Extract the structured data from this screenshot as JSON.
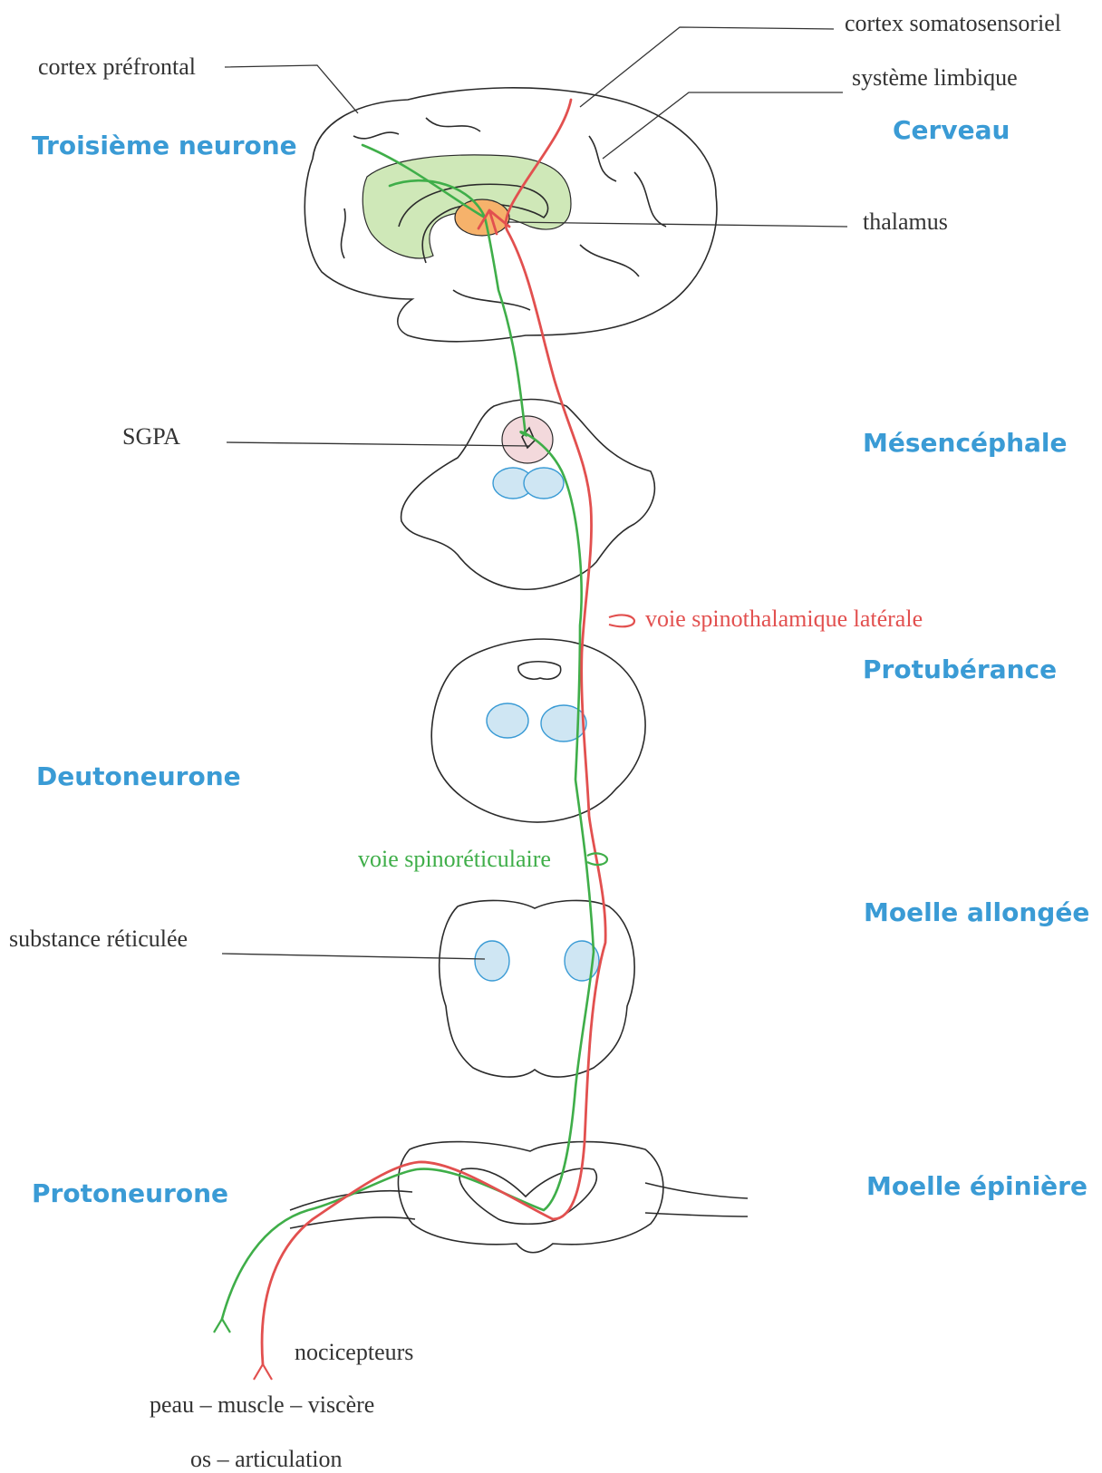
{
  "colors": {
    "blue": "#3a9bd5",
    "red": "#e2504f",
    "green": "#3fae49",
    "ink": "#2b2b2b",
    "limbic_fill": "#cfe8b8",
    "nucleus_fill": "#cfe6f3",
    "thalamus_fill": "#f6b26b",
    "sgpa_fill": "#f3d9dc"
  },
  "levels": {
    "cerveau": "Cerveau",
    "mesencephale": "Mésencéphale",
    "protuberance": "Protubérance",
    "moelle_allongee": "Moelle allongée",
    "moelle_epiniere": "Moelle épinière"
  },
  "neurons": {
    "troisieme": "Troisième neurone",
    "deutoneurone": "Deutoneurone",
    "protoneurone": "Protoneurone"
  },
  "labels": {
    "cortex_prefrontal": "cortex préfrontal",
    "cortex_somatosensoriel": "cortex somatosensoriel",
    "systeme_limbique": "système limbique",
    "thalamus": "thalamus",
    "sgpa": "SGPA",
    "substance_reticulee": "substance réticulée",
    "nocicepteurs": "nocicepteurs",
    "tissues_line1": "peau – muscle – viscère",
    "tissues_line2": "os – articulation"
  },
  "pathways": {
    "spinothalamique": "voie spinothalamique latérale",
    "spinoreticulaire": "voie spinoréticulaire"
  }
}
